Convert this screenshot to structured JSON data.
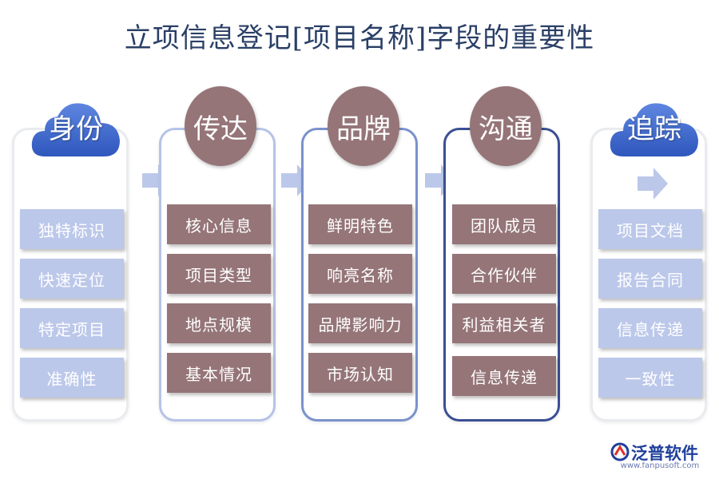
{
  "title": "立项信息登记[项目名称]字段的重要性",
  "columns": [
    {
      "heading": "身份",
      "items": [
        "独特标识",
        "快速定位",
        "特定项目",
        "准确性"
      ]
    },
    {
      "heading": "传达",
      "items": [
        "核心信息",
        "项目类型",
        "地点规模",
        "基本情况"
      ]
    },
    {
      "heading": "品牌",
      "items": [
        "鲜明特色",
        "响亮名称",
        "品牌影响力",
        "市场认知"
      ]
    },
    {
      "heading": "沟通",
      "items": [
        "团队成员",
        "合作伙伴",
        "利益相关者",
        "信息传递"
      ]
    },
    {
      "heading": "追踪",
      "items": [
        "项目文档",
        "报告合同",
        "信息传递",
        "一致性"
      ]
    }
  ],
  "logo": {
    "name": "泛普软件",
    "url": "www.fanpusoft.com"
  },
  "colors": {
    "brown": "#957578",
    "light_blue": "#bcc8ea",
    "cloud_blue": "#3f66c8",
    "title": "#2a3f66"
  }
}
